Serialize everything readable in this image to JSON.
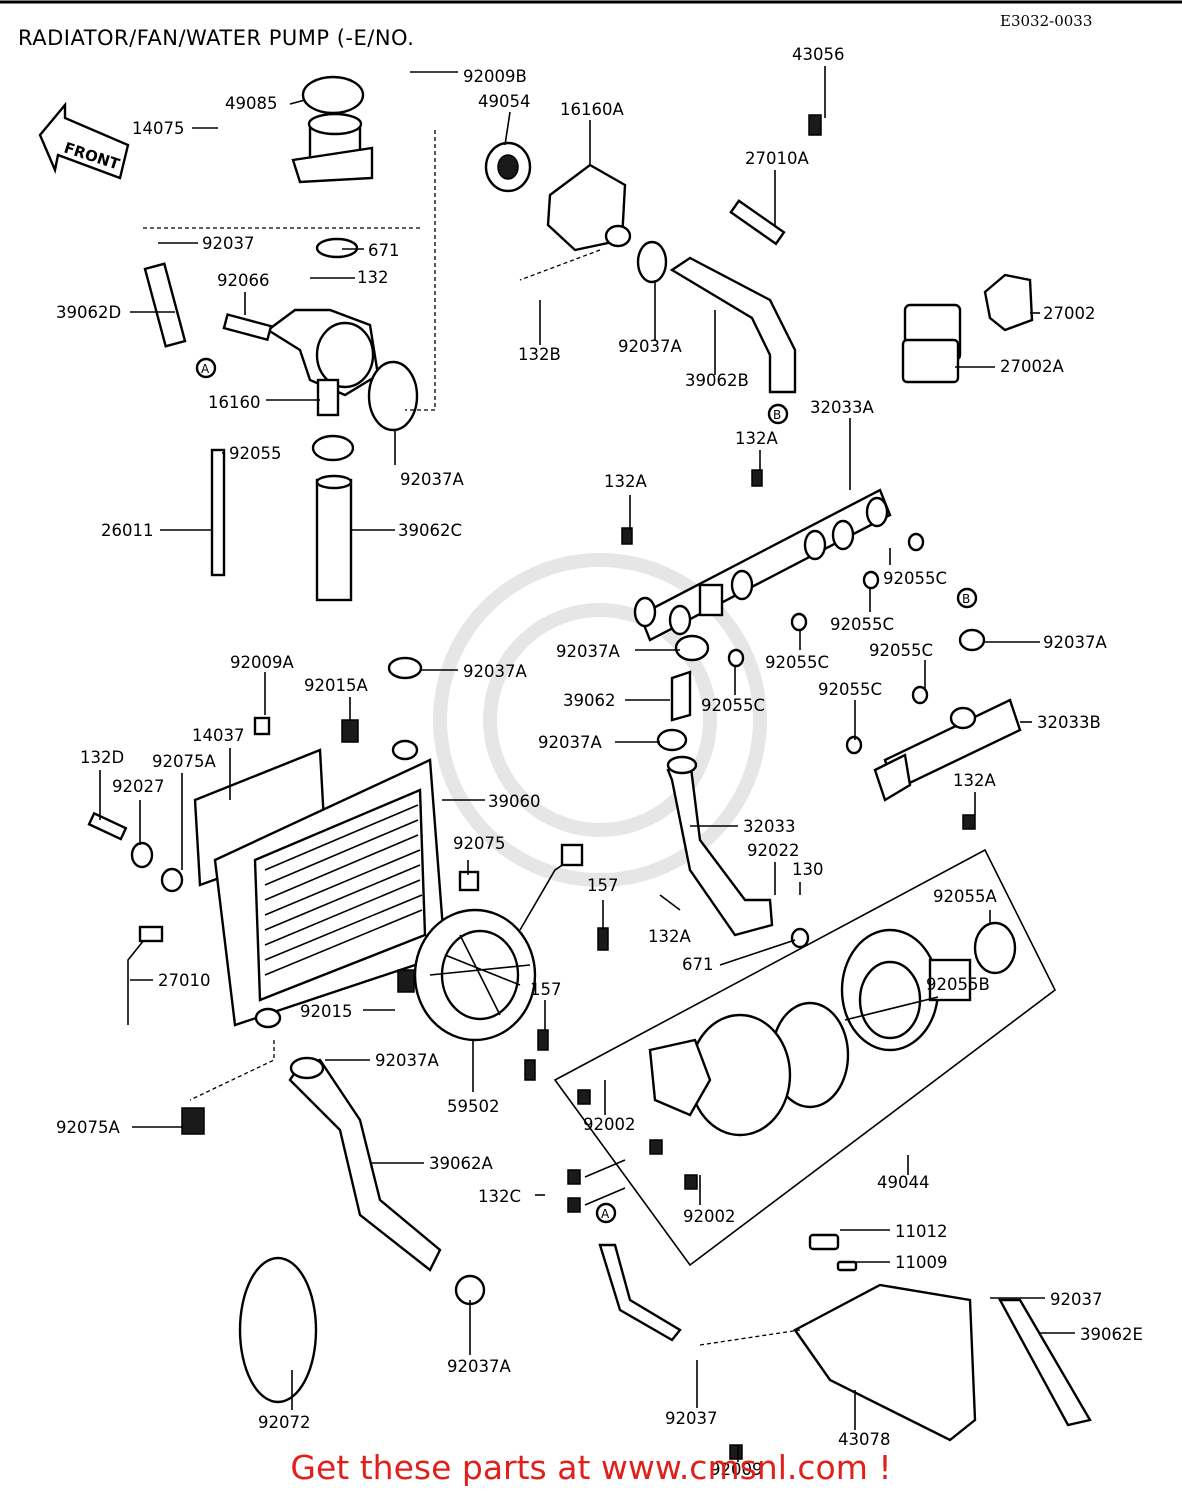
{
  "header": {
    "title": "RADIATOR/FAN/WATER PUMP (-E/NO.",
    "diagram_code": "E3032-0033"
  },
  "front_arrow": {
    "label": "FRONT"
  },
  "connectors": {
    "a": "A",
    "b": "B"
  },
  "footer": {
    "text": "Get these parts at www.cmsnl.com !"
  },
  "colors": {
    "footer": "#e0201b",
    "lines": "#000000",
    "watermark": "#e6e6e6"
  },
  "parts": [
    "92009B",
    "43056",
    "49085",
    "49054",
    "16160A",
    "14075",
    "27010A",
    "92037",
    "671",
    "132",
    "92066",
    "132B",
    "92037A",
    "27002",
    "39062D",
    "39062B",
    "27002A",
    "16160",
    "32033A",
    "92037A",
    "92055",
    "132A",
    "132A",
    "26011",
    "39062C",
    "92055C",
    "92055C",
    "92037A",
    "92037A",
    "92055C",
    "92037A",
    "92009A",
    "92015A",
    "92055C",
    "39062",
    "92055C",
    "92055C",
    "14037",
    "32033B",
    "132D",
    "92075A",
    "92037A",
    "132A",
    "92027",
    "39060",
    "32033",
    "92075",
    "92022",
    "130",
    "157",
    "92055A",
    "132A",
    "27010",
    "671",
    "92055B",
    "157",
    "92015",
    "92037A",
    "59502",
    "92002",
    "92075A",
    "49044",
    "39062A",
    "92002",
    "132C",
    "11012",
    "11009",
    "92037",
    "39062E",
    "92072",
    "92037A",
    "92037",
    "43078",
    "92009"
  ]
}
